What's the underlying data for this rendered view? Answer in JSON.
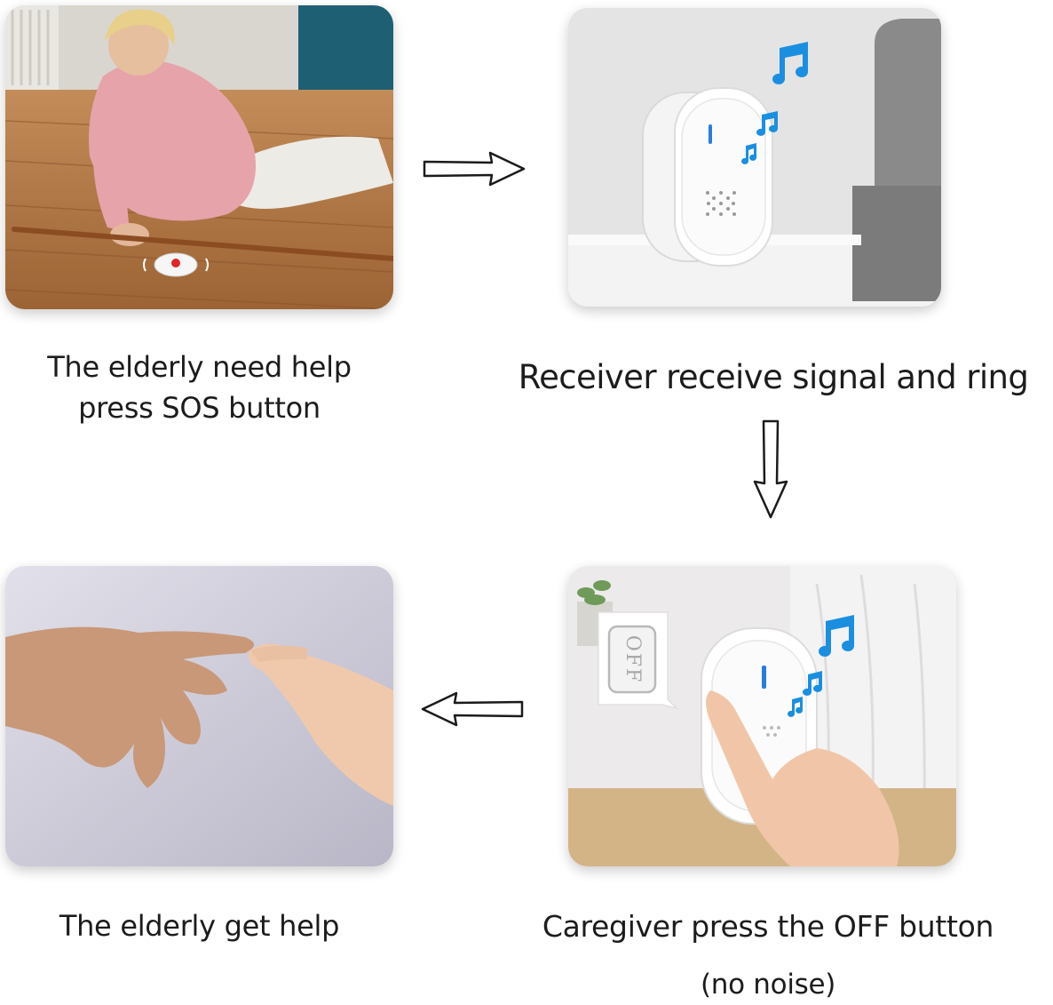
{
  "steps": [
    {
      "caption_line1": "The elderly need help",
      "caption_line2": "press SOS button"
    },
    {
      "caption_line1": "Receiver receive signal and ring"
    },
    {
      "caption_line1": "The elderly get help"
    },
    {
      "caption_line1": "Caregiver press the OFF button",
      "caption_line2": "(no noise)"
    }
  ],
  "receiver_button_label": "OFF",
  "icons": {
    "flow_right": "arrow-right-icon",
    "flow_down": "arrow-down-icon",
    "flow_left": "arrow-left-icon",
    "music": "music-note-icon"
  },
  "colors": {
    "note_blue": "#1a8fe0",
    "sos_red": "#e0262a",
    "floor_wood": "#b57a45",
    "sofa_gray": "#8a8a8a"
  }
}
